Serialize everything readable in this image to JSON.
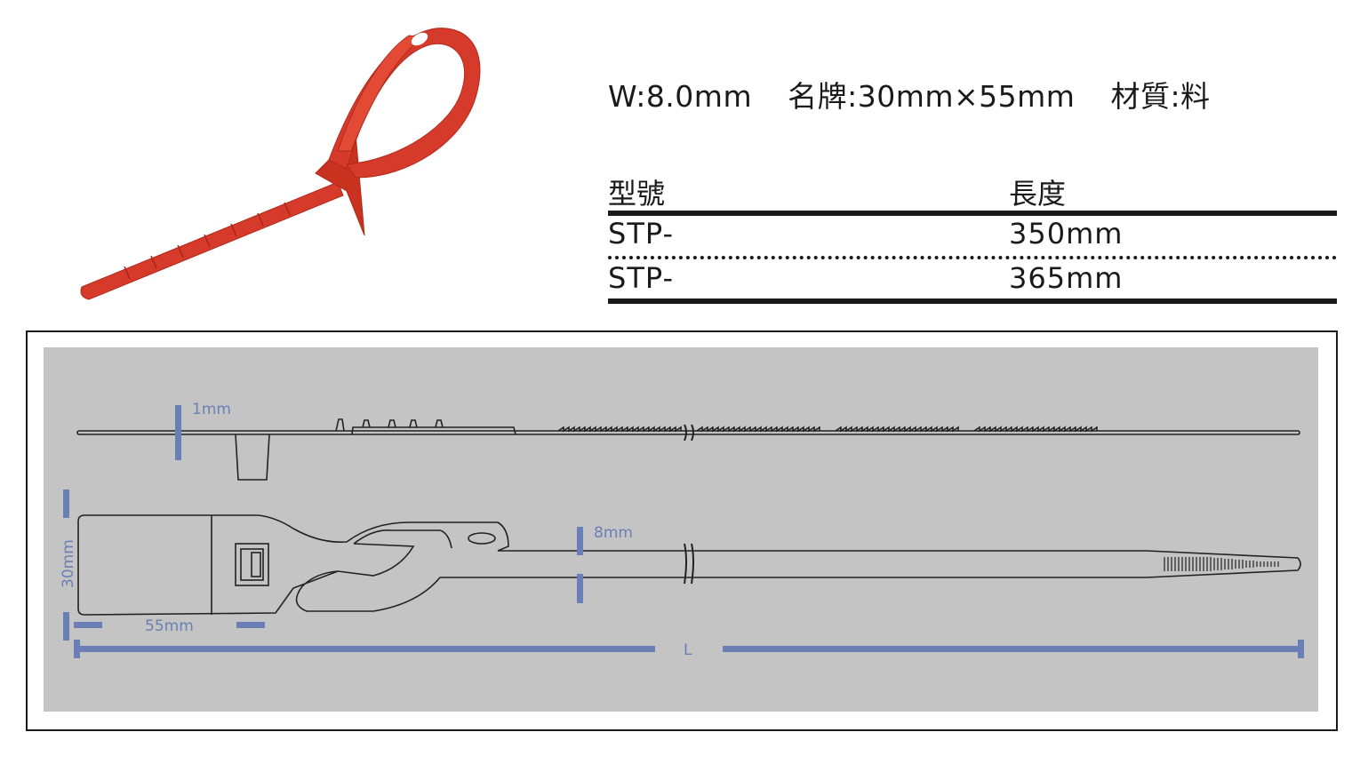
{
  "specs": {
    "width": "W:8.0mm",
    "tag": "名牌:30mm×55mm",
    "material": "材質:料"
  },
  "table": {
    "headers": [
      "型號",
      "長度"
    ],
    "rows": [
      {
        "model": "STP-",
        "length": "350mm"
      },
      {
        "model": "STP-",
        "length": "365mm"
      }
    ]
  },
  "diagram": {
    "thickness_label": "1mm",
    "strap_width_label": "8mm",
    "tag_height_label": "30mm",
    "tag_width_label": "55mm",
    "length_label": "L"
  },
  "colors": {
    "product": "#d63a2a",
    "dimension": "#6a7fb5",
    "panel": "#c4c4c4"
  }
}
